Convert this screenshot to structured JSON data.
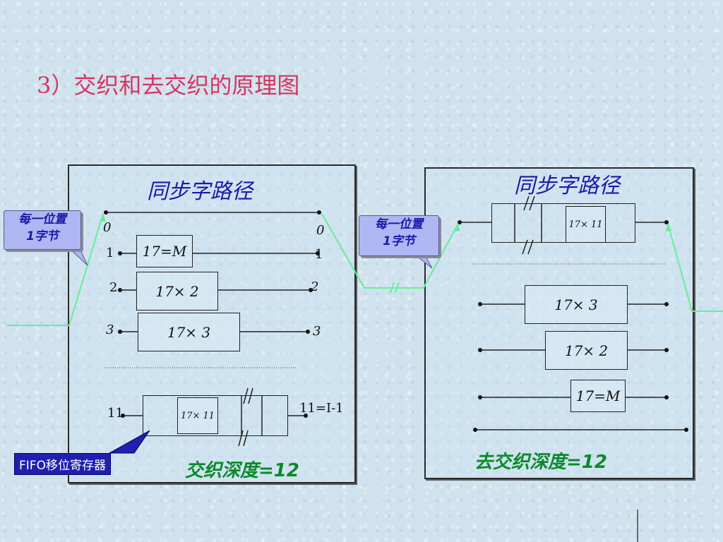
{
  "title": "3）交织和去交织的原理图",
  "interleaver": {
    "path_label": "同步字路径",
    "callout": "每一位置\n1字节",
    "rows": [
      {
        "in": "0",
        "out": "0",
        "box": ""
      },
      {
        "in": "1",
        "out": "1",
        "box": "17=M"
      },
      {
        "in": "2",
        "out": "2",
        "box": "17× 2"
      },
      {
        "in": "3",
        "out": "3",
        "box": "17× 3"
      }
    ],
    "last_row": {
      "in": "11",
      "out": "11=I-1",
      "box": "17×  11"
    },
    "fifo_label": "FIFO移位寄存器",
    "depth_label": "交织深度=12"
  },
  "deinterleaver": {
    "path_label": "同步字路径",
    "callout": "每一位置\n1字节",
    "top_box": "17×  11",
    "boxes": [
      "17× 3",
      "17× 2",
      "17=M"
    ],
    "depth_label": "去交织深度=12"
  },
  "colors": {
    "title": "#d8345f",
    "path_label": "#1a1aa8",
    "depth_label": "#0a8a2a",
    "flow_line": "#66ee99",
    "callout_bg": "#aeb7f2",
    "fifo_bg": "#1f1fb0"
  }
}
